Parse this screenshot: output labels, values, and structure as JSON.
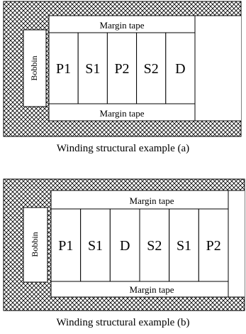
{
  "diagram_a": {
    "top_tape": "Margin tape",
    "bottom_tape": "Margin tape",
    "bobbin": "Bobbin",
    "windings": [
      "P1",
      "S1",
      "P2",
      "S2",
      "D"
    ],
    "caption": "Winding structural example (a)"
  },
  "diagram_b": {
    "top_tape": "Margin tape",
    "bottom_tape": "Margin tape",
    "bobbin": "Bobbin",
    "windings": [
      "P1",
      "S1",
      "D",
      "S2",
      "S1",
      "P2"
    ],
    "caption": "Winding structural example (b)"
  }
}
